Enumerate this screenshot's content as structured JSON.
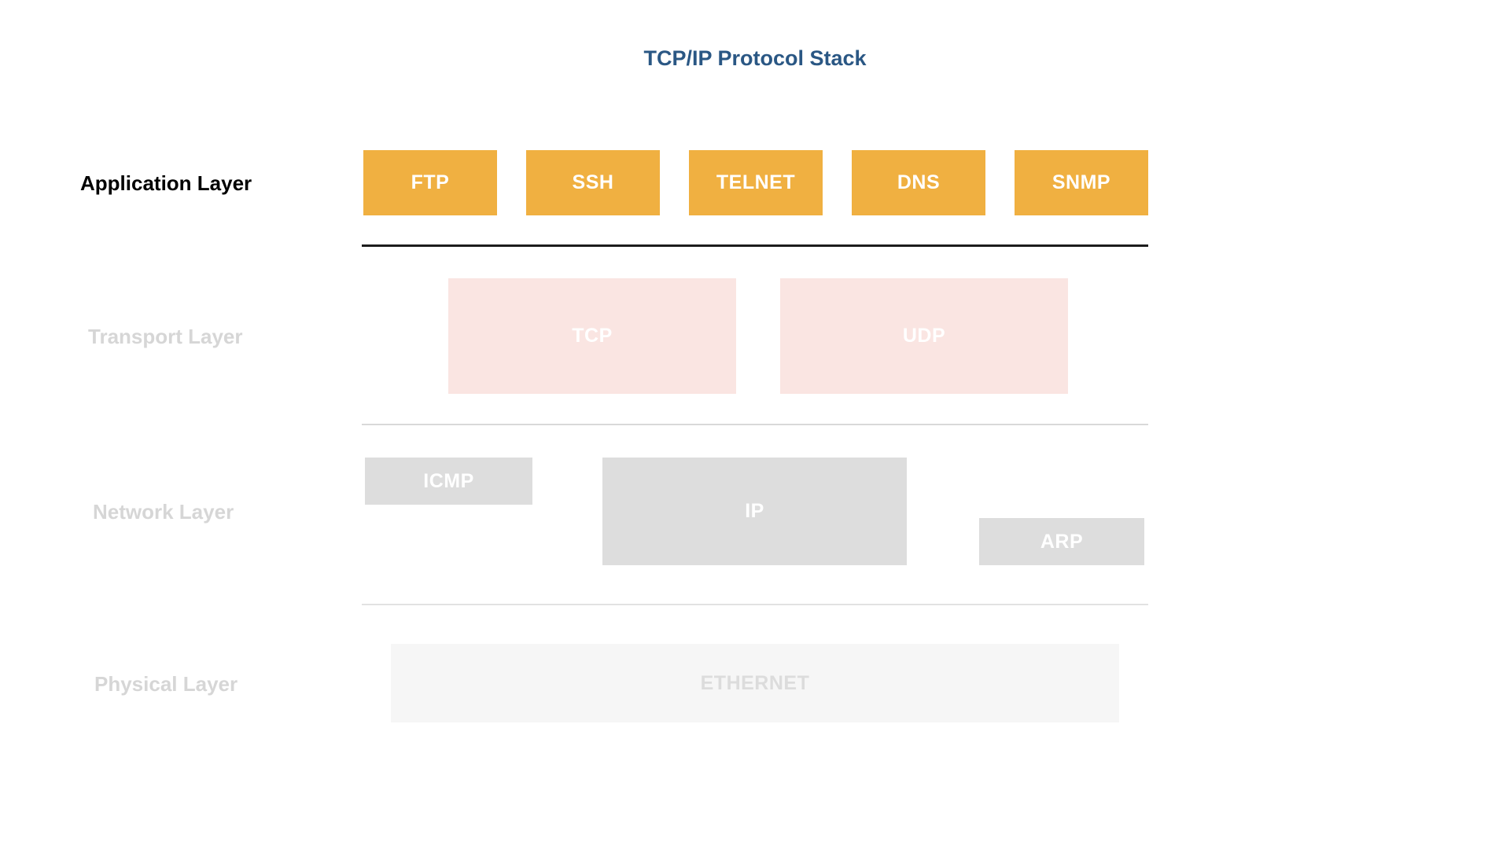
{
  "title": "TCP/IP Protocol Stack",
  "colors": {
    "title_text": "#2A5784",
    "active_layer_box": "#F0B041",
    "active_layer_box_text": "#FFFFFF",
    "active_layer_label": "#000000",
    "muted_layer_label": "#D6D6D6",
    "transport_box": "#FAE5E2",
    "network_box": "#DDDDDD",
    "physical_box": "#F6F6F6",
    "physical_box_text": "#DCDCDC",
    "divider_active": "#1C1C1C",
    "divider_muted": "#D9D9D9",
    "background": "#FFFFFF"
  },
  "layers": [
    {
      "label": "Application Layer",
      "state": "active",
      "boxes": [
        "FTP",
        "SSH",
        "TELNET",
        "DNS",
        "SNMP"
      ]
    },
    {
      "label": "Transport Layer",
      "state": "inactive",
      "boxes": [
        "TCP",
        "UDP"
      ]
    },
    {
      "label": "Network Layer",
      "state": "inactive",
      "boxes": [
        "ICMP",
        "IP",
        "ARP"
      ]
    },
    {
      "label": "Physical Layer",
      "state": "inactive",
      "boxes": [
        "ETHERNET"
      ]
    }
  ]
}
